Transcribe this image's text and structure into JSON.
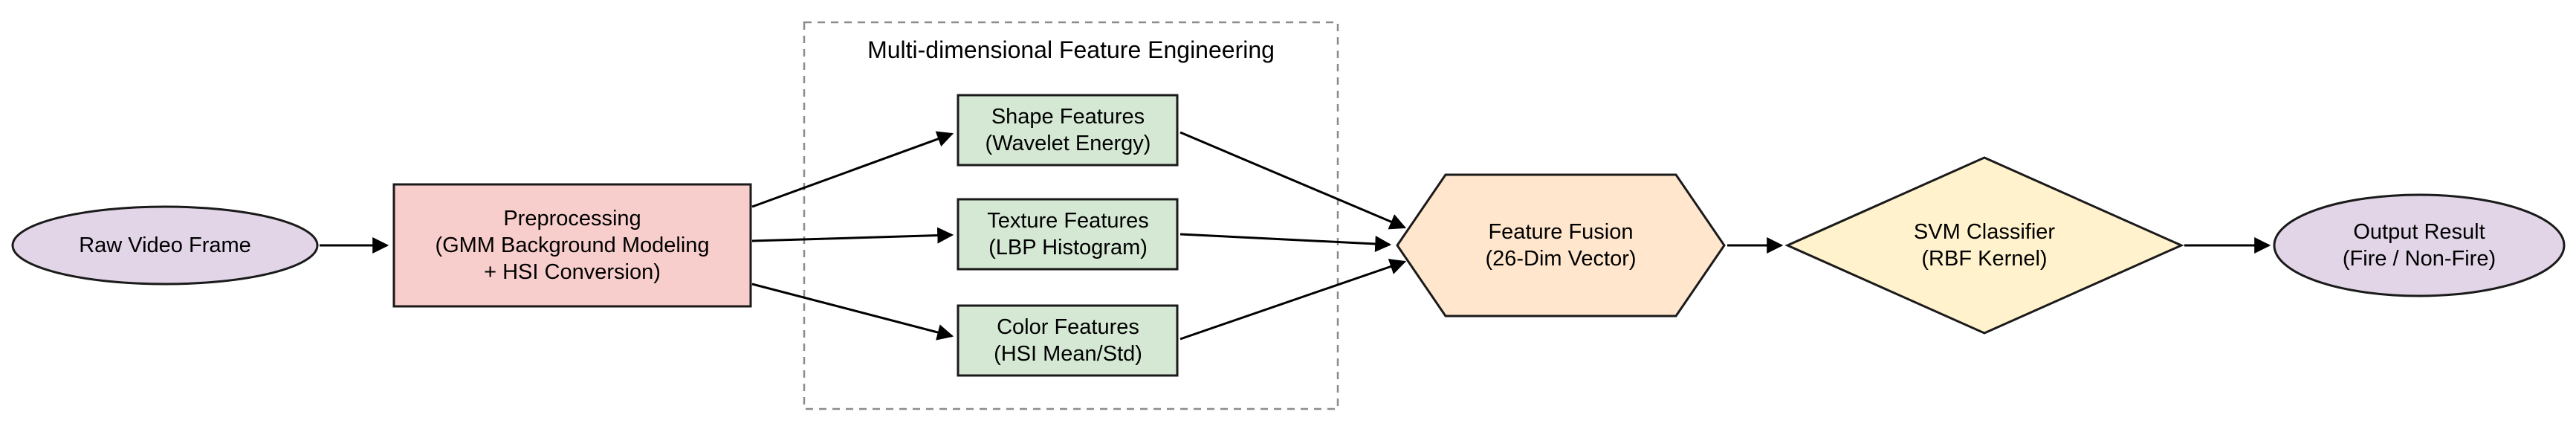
{
  "diagram": {
    "group_label": "Multi-dimensional Feature Engineering",
    "colors": {
      "ellipse_fill": "#E1D5E7",
      "preprocessing_fill": "#F8CECC",
      "feature_fill": "#D5E8D4",
      "fusion_fill": "#FFE6CC",
      "classifier_fill": "#FFF2CC",
      "stroke": "#1a1a1a",
      "arrow": "#000000",
      "group_border": "#8c8c8c"
    },
    "nodes": {
      "raw_video_frame": {
        "shape": "ellipse",
        "fill": "#E1D5E7",
        "lines": [
          "Raw Video Frame"
        ]
      },
      "preprocessing": {
        "shape": "rectangle",
        "fill": "#F8CECC",
        "lines": [
          "Preprocessing",
          "(GMM Background Modeling",
          "+ HSI Conversion)"
        ]
      },
      "shape_features": {
        "shape": "rectangle",
        "fill": "#D5E8D4",
        "lines": [
          "Shape Features",
          "(Wavelet Energy)"
        ]
      },
      "texture_features": {
        "shape": "rectangle",
        "fill": "#D5E8D4",
        "lines": [
          "Texture Features",
          "(LBP Histogram)"
        ]
      },
      "color_features": {
        "shape": "rectangle",
        "fill": "#D5E8D4",
        "lines": [
          "Color Features",
          "(HSI Mean/Std)"
        ]
      },
      "feature_fusion": {
        "shape": "hexagon",
        "fill": "#FFE6CC",
        "lines": [
          "Feature Fusion",
          "(26-Dim Vector)"
        ]
      },
      "svm_classifier": {
        "shape": "diamond",
        "fill": "#FFF2CC",
        "lines": [
          "SVM Classifier",
          "(RBF Kernel)"
        ]
      },
      "output_result": {
        "shape": "ellipse",
        "fill": "#E1D5E7",
        "lines": [
          "Output Result",
          "(Fire / Non-Fire)"
        ]
      }
    },
    "edges": [
      {
        "from": "Raw Video Frame",
        "to": "Preprocessing"
      },
      {
        "from": "Preprocessing",
        "to": "Shape Features"
      },
      {
        "from": "Preprocessing",
        "to": "Texture Features"
      },
      {
        "from": "Preprocessing",
        "to": "Color Features"
      },
      {
        "from": "Shape Features",
        "to": "Feature Fusion"
      },
      {
        "from": "Texture Features",
        "to": "Feature Fusion"
      },
      {
        "from": "Color Features",
        "to": "Feature Fusion"
      },
      {
        "from": "Feature Fusion",
        "to": "SVM Classifier"
      },
      {
        "from": "SVM Classifier",
        "to": "Output Result"
      }
    ]
  }
}
